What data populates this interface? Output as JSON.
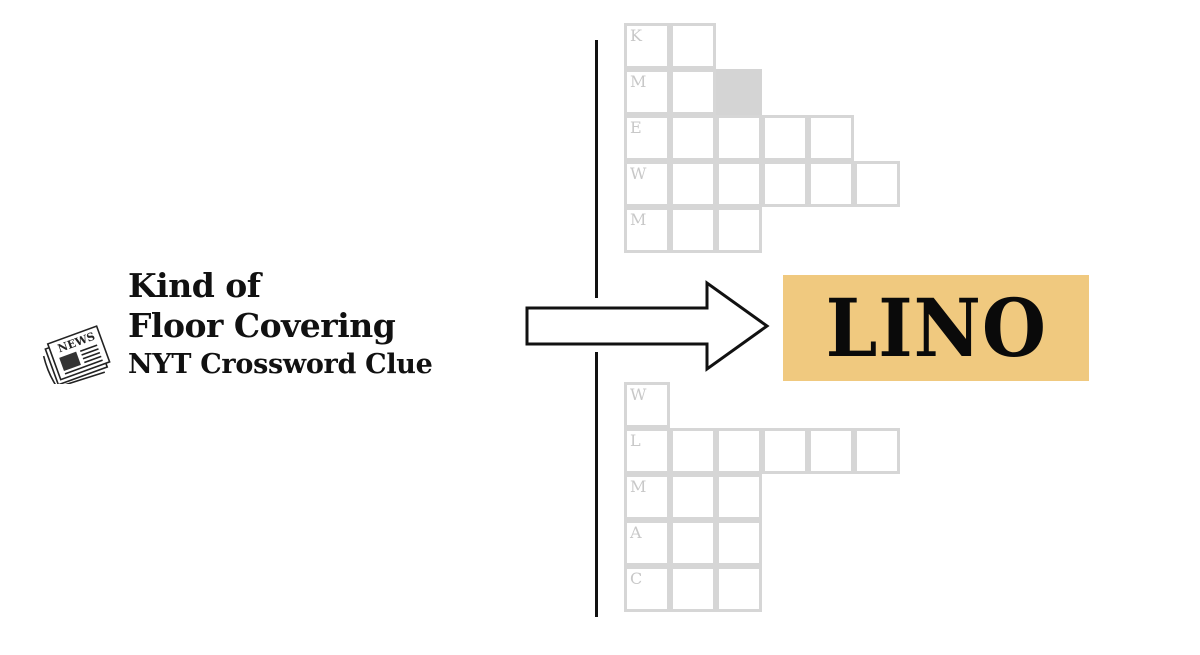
{
  "clue": {
    "line1": "Kind of",
    "line2": "Floor Covering",
    "line3": "NYT Crossword Clue",
    "icon": "newspaper-icon",
    "icon_text": "NEWS"
  },
  "answer": {
    "text": "LINO",
    "background": "#f0c97f"
  },
  "arrow": {
    "icon": "right-arrow-icon"
  },
  "top_grid": {
    "rows": [
      {
        "letter": "K",
        "cells": 2
      },
      {
        "letter": "M",
        "cells": 2,
        "shaded_col": 2
      },
      {
        "letter": "E",
        "cells": 5
      },
      {
        "letter": "W",
        "cells": 6
      },
      {
        "letter": "M",
        "cells": 3
      }
    ]
  },
  "bottom_grid": {
    "rows": [
      {
        "letter": "W",
        "cells": 1
      },
      {
        "letter": "L",
        "cells": 6
      },
      {
        "letter": "M",
        "cells": 3
      },
      {
        "letter": "A",
        "cells": 3
      },
      {
        "letter": "C",
        "cells": 3
      }
    ]
  },
  "colors": {
    "grid_line": "#d6d6d6",
    "grid_letter": "#c8c8c8",
    "shaded_cell": "#d4d4d4",
    "text": "#111111"
  }
}
